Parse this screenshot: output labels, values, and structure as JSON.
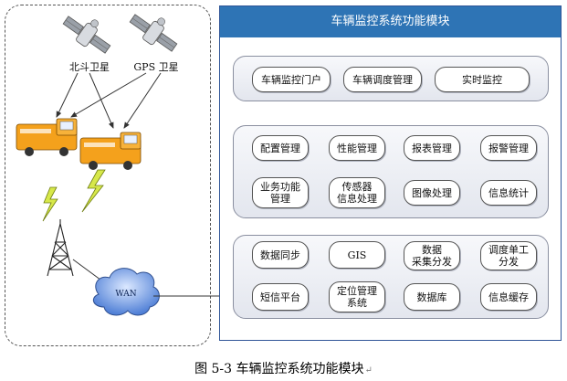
{
  "figure": {
    "caption": "图 5-3  车辆监控系统功能模块",
    "caption_mark": "↵"
  },
  "left": {
    "satellite_beidou": "北斗卫星",
    "satellite_gps": "GPS 卫星",
    "wan_label": "WAN"
  },
  "module_panel": {
    "title": "车辆监控系统功能模块",
    "groups": [
      {
        "buttons": [
          "车辆监控门户",
          "车辆调度管理",
          "实时监控"
        ]
      },
      {
        "buttons": [
          "配置管理",
          "性能管理",
          "报表管理",
          "报警管理",
          "业务功能\n管理",
          "传感器\n信息处理",
          "图像处理",
          "信息统计"
        ]
      },
      {
        "buttons": [
          "数据同步",
          "GIS",
          "数据\n采集分发",
          "调度单工\n分发",
          "短信平台",
          "定位管理\n系统",
          "数据库",
          "信息缓存"
        ]
      }
    ]
  }
}
